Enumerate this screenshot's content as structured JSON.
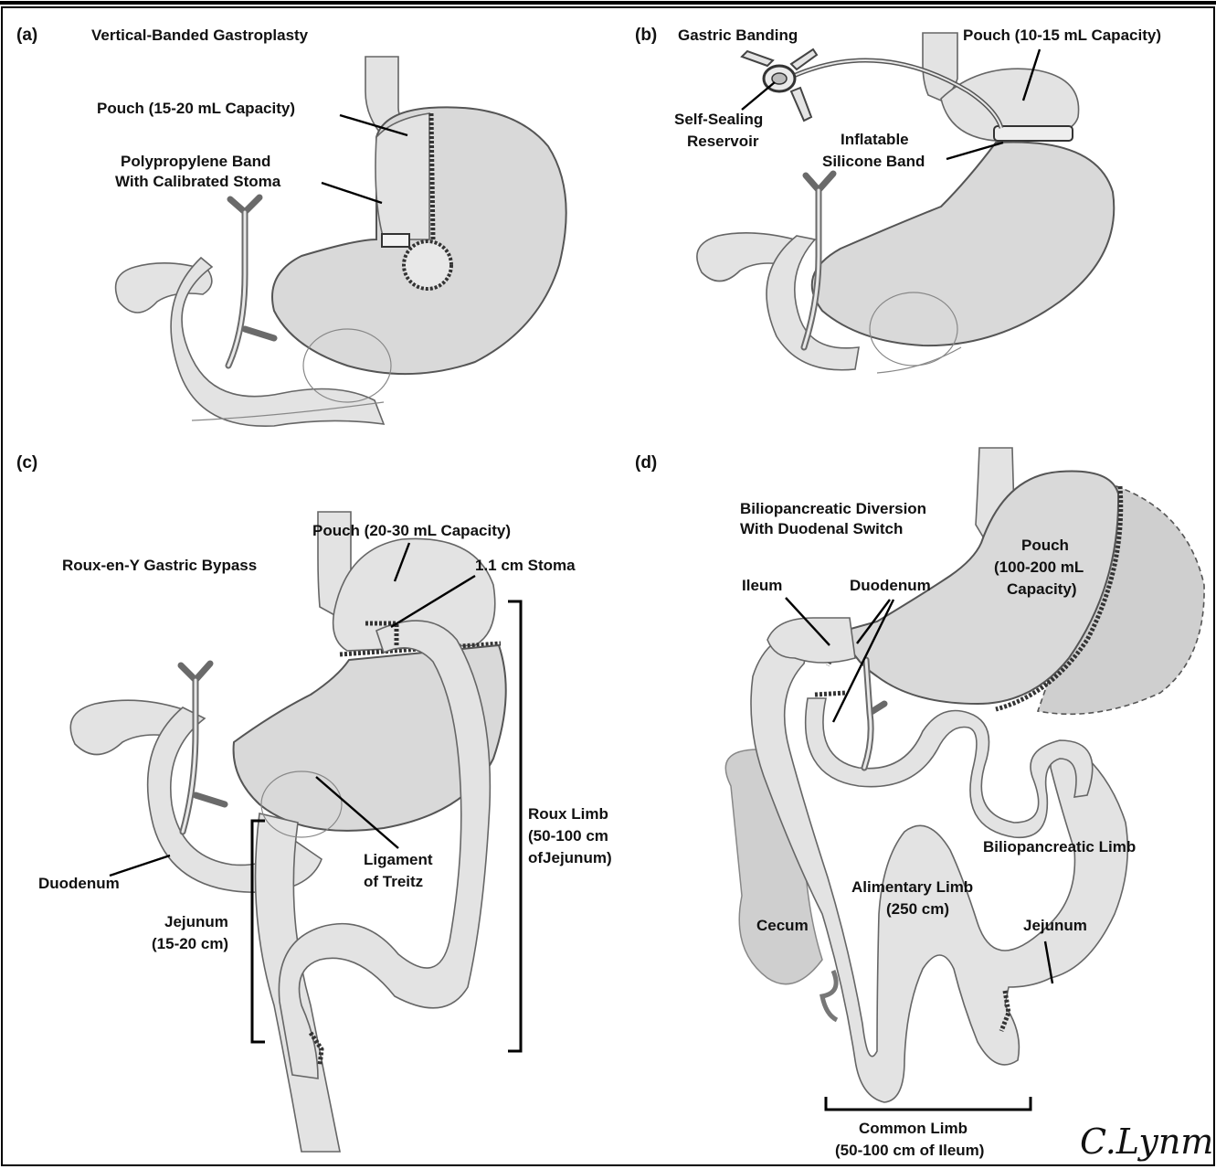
{
  "panels": {
    "a": {
      "letter": "(a)",
      "title": "Vertical-Banded Gastroplasty",
      "labels": {
        "pouch": "Pouch (15-20 mL Capacity)",
        "band_line1": "Polypropylene Band",
        "band_line2": "With Calibrated Stoma"
      }
    },
    "b": {
      "letter": "(b)",
      "title": "Gastric Banding",
      "labels": {
        "pouch": "Pouch (10-15 mL Capacity)",
        "reservoir_line1": "Self-Sealing",
        "reservoir_line2": "Reservoir",
        "band_line1": "Inflatable",
        "band_line2": "Silicone Band"
      }
    },
    "c": {
      "letter": "(c)",
      "title": "Roux-en-Y Gastric Bypass",
      "labels": {
        "pouch": "Pouch (20-30 mL Capacity)",
        "stoma": "1.1 cm Stoma",
        "roux_line1": "Roux Limb",
        "roux_line2": "(50-100 cm",
        "roux_line3": "ofJejunum)",
        "ligament_line1": "Ligament",
        "ligament_line2": "of Treitz",
        "duodenum": "Duodenum",
        "jejunum_line1": "Jejunum",
        "jejunum_line2": "(15-20 cm)"
      }
    },
    "d": {
      "letter": "(d)",
      "title_line1": "Biliopancreatic Diversion",
      "title_line2": "With Duodenal Switch",
      "labels": {
        "pouch_line1": "Pouch",
        "pouch_line2": "(100-200 mL",
        "pouch_line3": "Capacity)",
        "ileum": "Ileum",
        "duodenum": "Duodenum",
        "bp_limb": "Biliopancreatic Limb",
        "alimentary_line1": "Alimentary Limb",
        "alimentary_line2": "(250 cm)",
        "cecum": "Cecum",
        "jejunum": "Jejunum",
        "common_line1": "Common Limb",
        "common_line2": "(50-100 cm of Ileum)"
      }
    }
  },
  "signature": "C.Lynm"
}
